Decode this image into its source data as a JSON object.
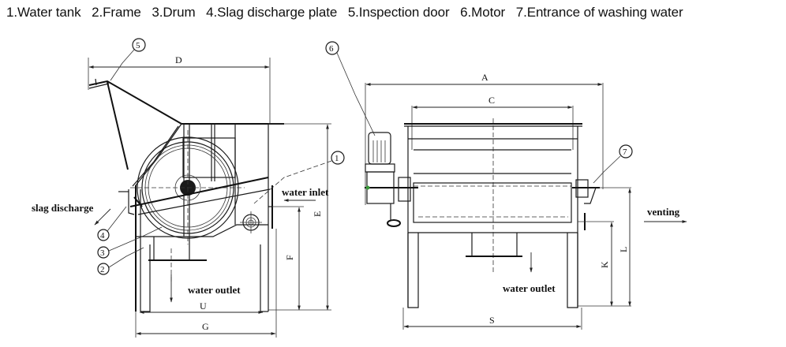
{
  "legend": {
    "items": [
      {
        "num": "1",
        "label": "1.Water tank"
      },
      {
        "num": "2",
        "label": "2.Frame"
      },
      {
        "num": "3",
        "label": "3.Drum"
      },
      {
        "num": "4",
        "label": "4.Slag discharge plate"
      },
      {
        "num": "5",
        "label": "5.Inspection door"
      },
      {
        "num": "6",
        "label": "6.Motor"
      },
      {
        "num": "7",
        "label": "7.Entrance of washing water"
      }
    ]
  },
  "side_view": {
    "callouts": [
      "5",
      "1",
      "4",
      "3",
      "2"
    ],
    "dimensions": {
      "D": "D",
      "E": "E",
      "F": "F",
      "U": "U",
      "G": "G"
    },
    "annotations": {
      "slag_discharge": "slag discharge",
      "water_inlet": "water inlet",
      "water_outlet": "water outlet"
    }
  },
  "front_view": {
    "callouts": [
      "6",
      "7"
    ],
    "dimensions": {
      "A": "A",
      "C": "C",
      "S": "S",
      "K": "K",
      "L": "L"
    },
    "annotations": {
      "venting": "venting",
      "water_outlet": "water outlet"
    }
  },
  "colors": {
    "line": "#1a1a1a",
    "background": "#ffffff",
    "shaft_marker": "#3a9a3a"
  }
}
